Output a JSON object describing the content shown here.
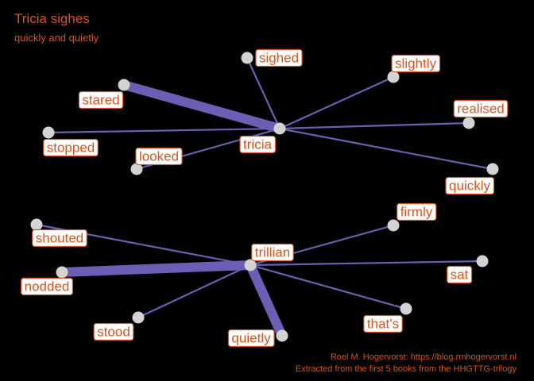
{
  "title": "Tricia sighes",
  "subtitle": "quickly and quietly",
  "caption": {
    "line1": "Roel M. Hogervorst: https://blog.rmhogervorst.nl",
    "line2": "Extracted from the first 5 books from the HHGTTG-trilogy"
  },
  "colors": {
    "background": "#000000",
    "edge": "#6a5fb5",
    "node": "#d3d3d3",
    "label_text": "#d9531e",
    "label_border": "#d9531e",
    "label_fill": "#ffffff"
  },
  "graphs": [
    {
      "center": "tricia",
      "edges": [
        {
          "word": "sighed",
          "weight": 1
        },
        {
          "word": "slightly",
          "weight": 1
        },
        {
          "word": "stared",
          "weight": 4
        },
        {
          "word": "realised",
          "weight": 1
        },
        {
          "word": "stopped",
          "weight": 1
        },
        {
          "word": "looked",
          "weight": 1
        },
        {
          "word": "quickly",
          "weight": 1
        }
      ]
    },
    {
      "center": "trillian",
      "edges": [
        {
          "word": "firmly",
          "weight": 1
        },
        {
          "word": "shouted",
          "weight": 1
        },
        {
          "word": "nodded",
          "weight": 4
        },
        {
          "word": "sat",
          "weight": 1
        },
        {
          "word": "stood",
          "weight": 1
        },
        {
          "word": "that’s",
          "weight": 1
        },
        {
          "word": "quietly",
          "weight": 4
        }
      ]
    }
  ]
}
